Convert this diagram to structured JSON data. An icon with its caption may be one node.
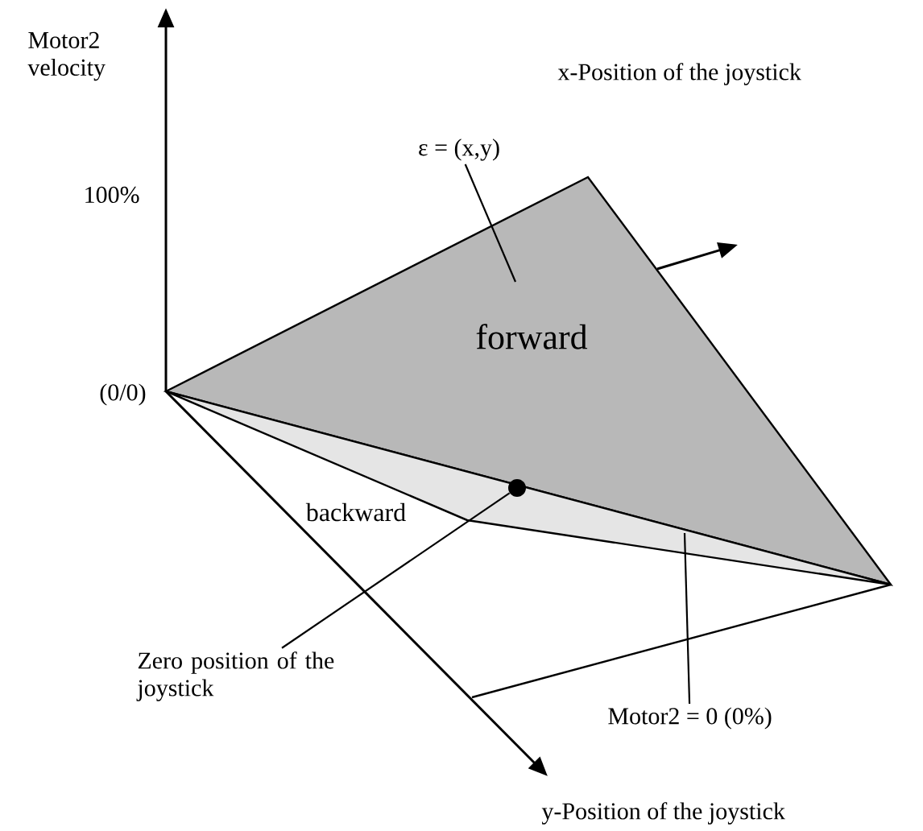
{
  "diagram": {
    "nodes": [
      {
        "text": [
          "ε = (x,y)"
        ]
      },
      {
        "text": [
          "Zero position of the joystick"
        ]
      },
      {
        "text": [
          "Motor2 = 0 (0%)"
        ]
      },
      {
        "text": [],
        "shape": "circle"
      }
    ],
    "edges": [
      {
        "from": 0,
        "to": null,
        "arrow": "none"
      },
      {
        "from": 1,
        "to": 3,
        "arrow": "none"
      },
      {
        "from": 2,
        "to": null,
        "arrow": "none"
      }
    ],
    "labels": [
      "Motor2 velocity",
      "x-Position of  the joystick",
      "100%",
      "(0/0)",
      "forward",
      "backward",
      "y-Position of the joystick"
    ]
  }
}
